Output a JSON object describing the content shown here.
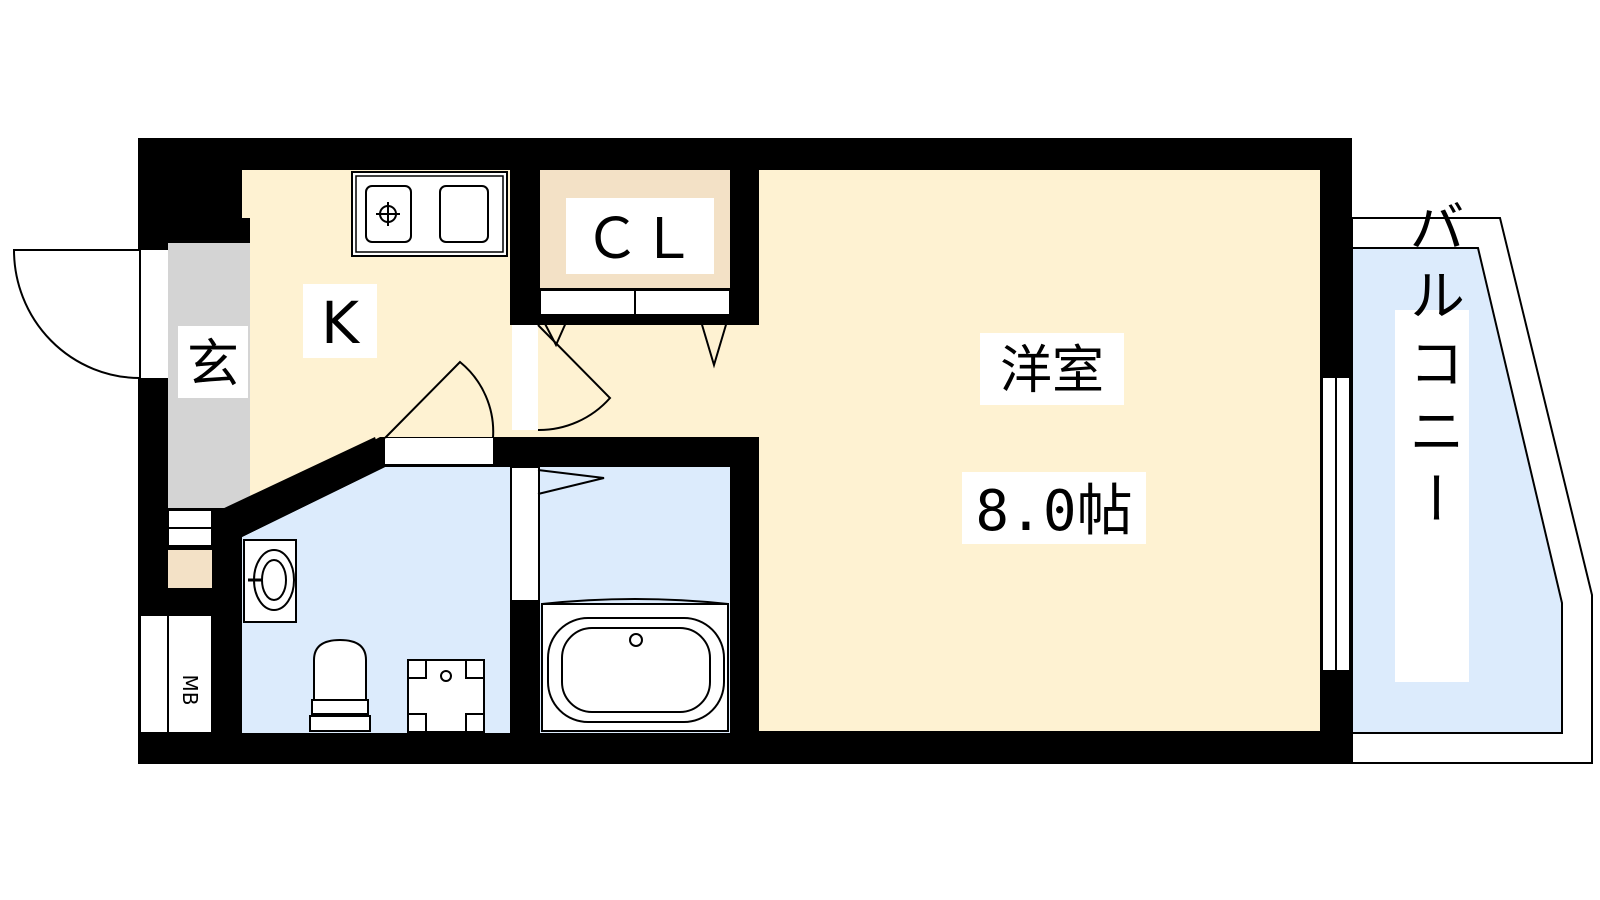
{
  "rooms": {
    "western_room": {
      "label": "洋室",
      "size": "8.0帖"
    },
    "kitchen": {
      "label": "K"
    },
    "closet": {
      "label": "ＣＬ"
    },
    "entrance": {
      "label": "玄"
    },
    "balcony": {
      "label": "バルコニー"
    },
    "meter_box": {
      "label": "MB"
    }
  },
  "colors": {
    "wall": "#000000",
    "living": "#fef2d2",
    "wet_area": "#dcebfc",
    "closet": "#f3e1c6",
    "entrance": "#d4d4d4"
  }
}
